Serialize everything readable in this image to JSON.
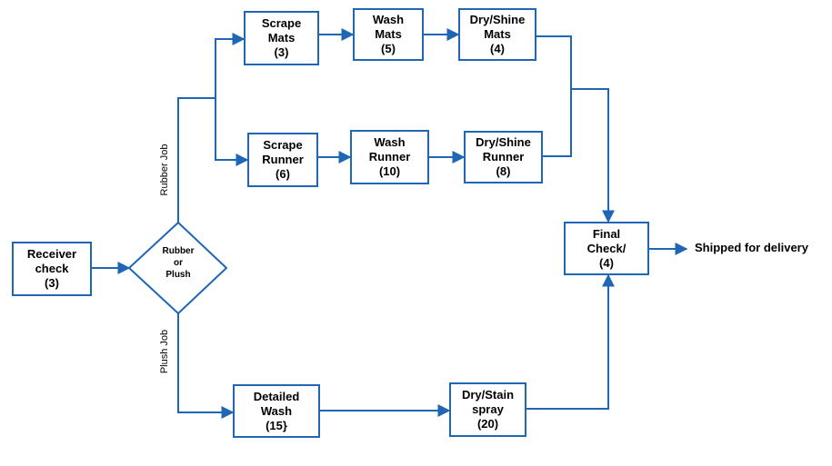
{
  "nodes": {
    "receiver": [
      "Receiver",
      "check",
      "(3)"
    ],
    "decision": [
      "Rubber",
      "or",
      "Plush"
    ],
    "scrape_mats": [
      "Scrape",
      "Mats",
      "(3)"
    ],
    "wash_mats": [
      "Wash",
      "Mats",
      "(5)"
    ],
    "dry_mats": [
      "Dry/Shine",
      "Mats",
      "(4)"
    ],
    "scrape_runner": [
      "Scrape",
      "Runner",
      "(6)"
    ],
    "wash_runner": [
      "Wash",
      "Runner",
      "(10)"
    ],
    "dry_runner": [
      "Dry/Shine",
      "Runner",
      "(8)"
    ],
    "detailed_wash": [
      "Detailed",
      "Wash",
      "(15}"
    ],
    "dry_stain": [
      "Dry/Stain",
      "spray",
      "(20)"
    ],
    "final_check": [
      "Final",
      "Check/",
      "(4)"
    ]
  },
  "edge_labels": {
    "rubber": "Rubber  Job",
    "plush": "Plush Job",
    "output": "Shipped for delivery"
  },
  "colors": {
    "line": "#1f66b5",
    "box_border": "#1f66b5"
  }
}
